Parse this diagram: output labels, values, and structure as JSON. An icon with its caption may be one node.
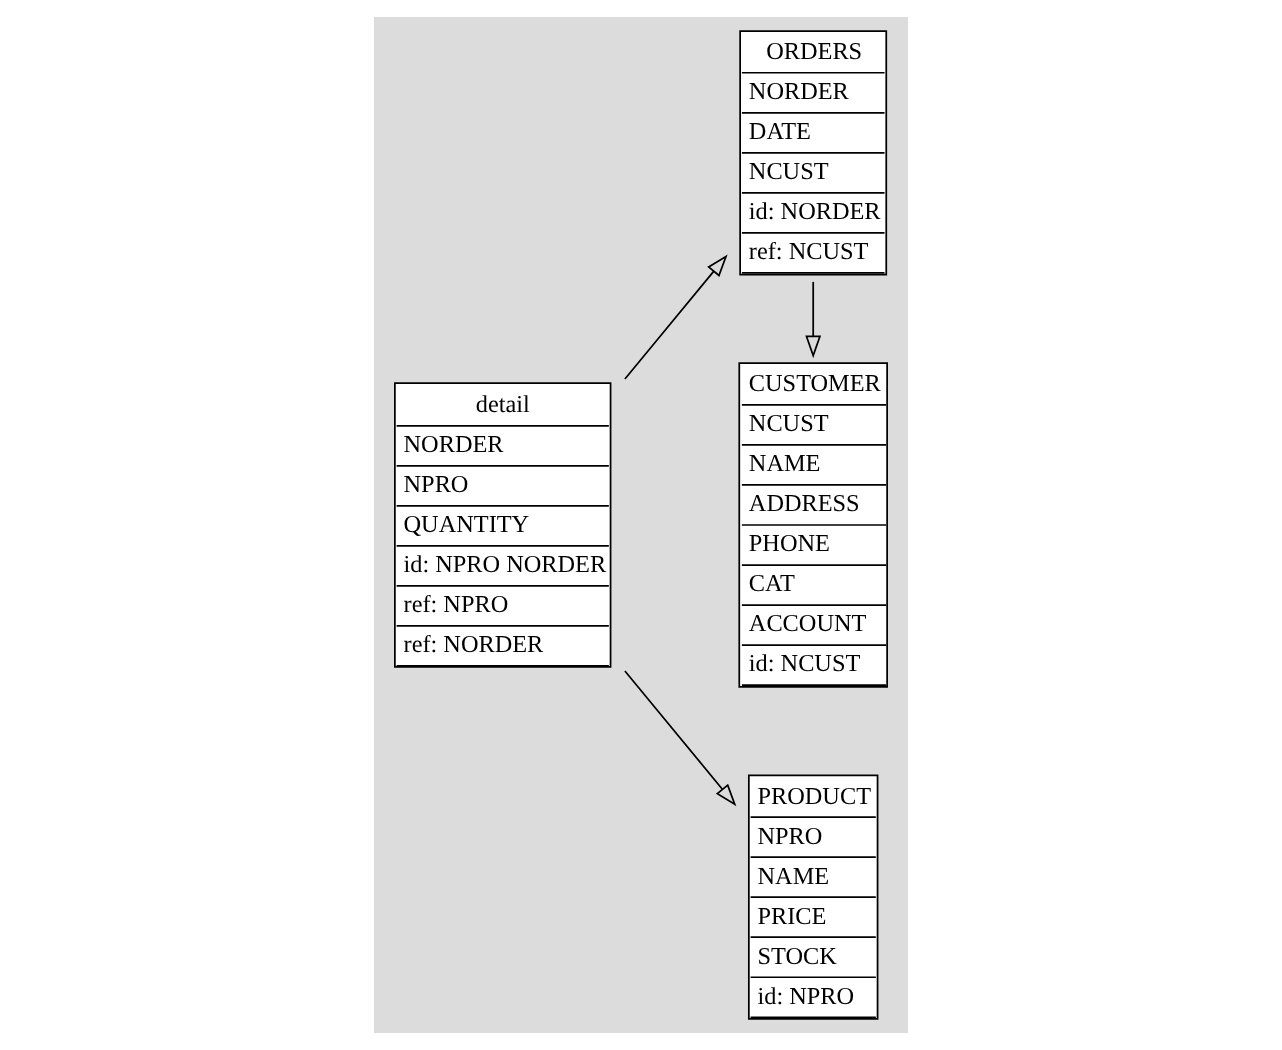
{
  "diagram": {
    "nodes": [
      {
        "text": [
          "CUSTOMER",
          "NCUST",
          "NAME",
          "ADDRESS",
          "PHONE",
          "CAT",
          "ACCOUNT",
          "id: NCUST"
        ]
      },
      {
        "text": [
          "ORDERS",
          "NORDER",
          "DATE",
          "NCUST",
          "id: NORDER",
          "ref: NCUST"
        ]
      },
      {
        "text": [
          "detail",
          "NORDER",
          "NPRO",
          "QUANTITY",
          "id: NPRO NORDER",
          "ref: NPRO",
          "ref: NORDER"
        ]
      },
      {
        "text": [
          "PRODUCT",
          "NPRO",
          "NAME",
          "PRICE",
          "STOCK",
          "id: NPRO"
        ]
      }
    ],
    "edges": [
      {
        "from": 1,
        "to": 0,
        "arrow": "to"
      },
      {
        "from": 2,
        "to": 1,
        "arrow": "to"
      },
      {
        "from": 2,
        "to": 3,
        "arrow": "to"
      }
    ]
  }
}
